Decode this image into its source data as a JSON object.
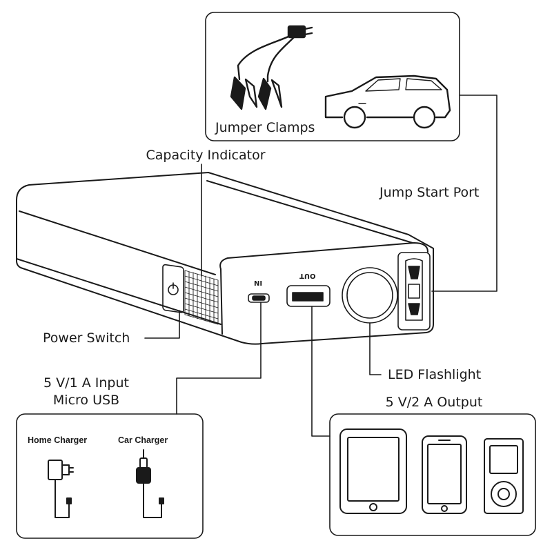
{
  "labels": {
    "jumper_clamps": "Jumper Clamps",
    "capacity_indicator": "Capacity Indicator",
    "jump_start_port": "Jump Start Port",
    "power_switch": "Power Switch",
    "input_line1": "5 V/1 A Input",
    "input_line2": "Micro USB",
    "led_flashlight": "LED Flashlight",
    "output": "5 V/2 A Output",
    "home_charger": "Home Charger",
    "car_charger": "Car Charger",
    "port_in": "IN",
    "port_out": "OUT"
  },
  "colors": {
    "stroke": "#1a1a1a",
    "background": "#ffffff"
  },
  "icons": [
    "jumper-clamps-icon",
    "suv-car-icon",
    "power-bank-device",
    "power-button-icon",
    "home-charger-icon",
    "car-charger-icon",
    "tablet-icon",
    "smartphone-icon",
    "media-player-icon"
  ]
}
